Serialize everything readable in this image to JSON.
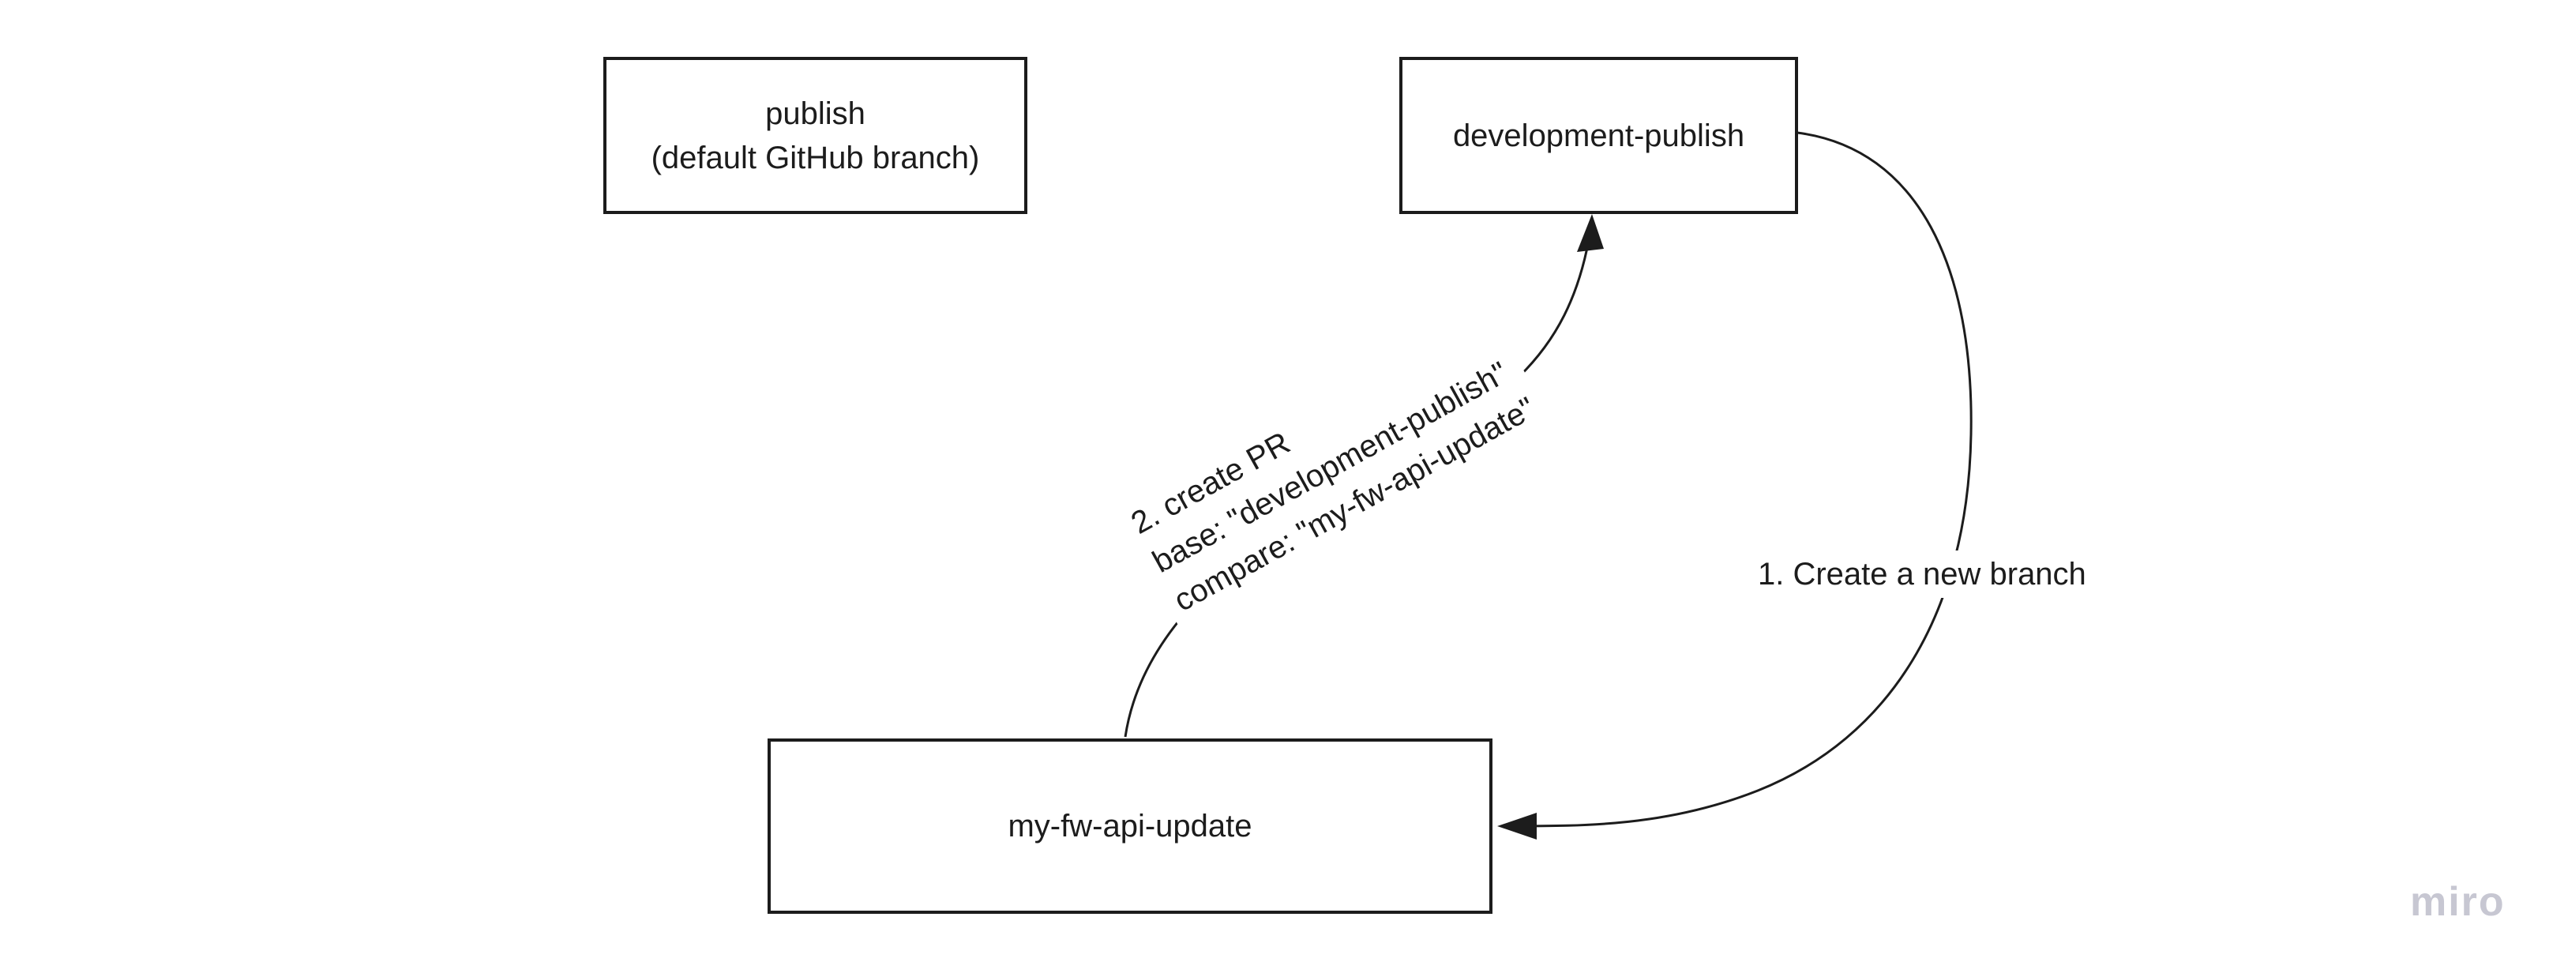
{
  "canvas": {
    "background": "#ffffff"
  },
  "colors": {
    "stroke": "#1c1c1c",
    "text": "#1c1c1c",
    "watermark": "#c7c7d2"
  },
  "boxes": {
    "publish": {
      "line1": "publish",
      "line2": "(default GitHub branch)"
    },
    "development_publish": {
      "label": "development-publish"
    },
    "my_fw_api_update": {
      "label": "my-fw-api-update"
    }
  },
  "arrows": {
    "create_branch": {
      "label": "1. Create a new branch"
    },
    "create_pr": {
      "line1": "2. create PR",
      "line2": "base: \"development-publish\"",
      "line3": "compare: \"my-fw-api-update\""
    }
  },
  "watermark": {
    "label": "miro"
  }
}
